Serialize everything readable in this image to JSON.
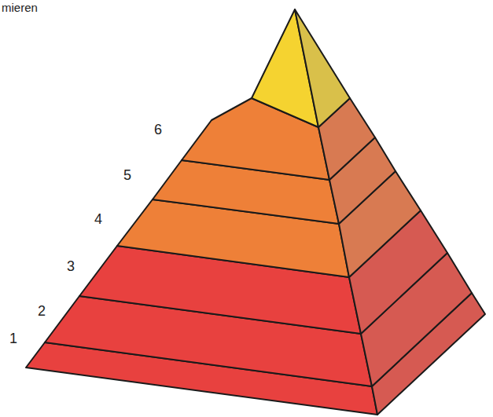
{
  "diagram": {
    "labels": [
      "mieren",
      "6",
      "5",
      "4",
      "3",
      "2",
      "1"
    ]
  }
}
